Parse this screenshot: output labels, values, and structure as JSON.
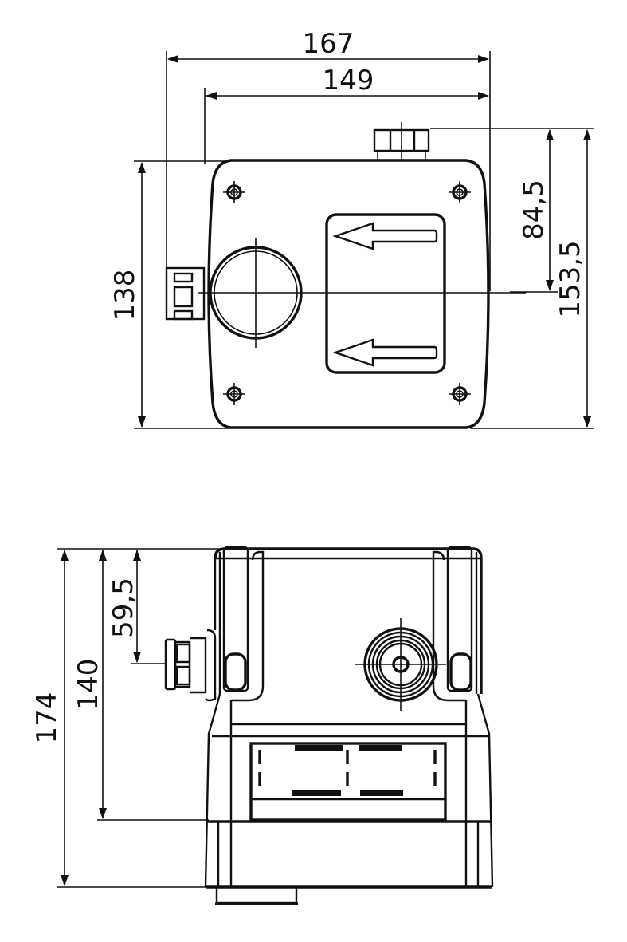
{
  "drawing": {
    "colors": {
      "line": "#111111",
      "background": "#ffffff"
    },
    "top_view": {
      "name": "top-view",
      "dimensions": {
        "overall_width": "167",
        "body_width": "149",
        "body_depth": "138",
        "outlet_to_axis": "84,5",
        "overall_depth": "153,5"
      },
      "features": [
        "mounting-hole x4",
        "inlet-port",
        "flow-direction-arrows x2",
        "cable-gland-left",
        "fitting-top"
      ]
    },
    "front_view": {
      "name": "front-view",
      "dimensions": {
        "overall_height": "174",
        "body_height": "140",
        "gland_height": "59,5"
      },
      "features": [
        "outlet-port",
        "cable-gland-left",
        "label-panel",
        "base-foot"
      ]
    }
  }
}
